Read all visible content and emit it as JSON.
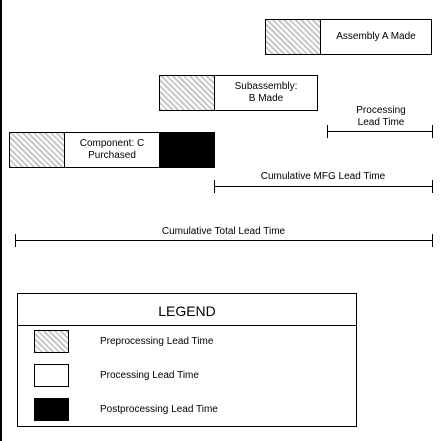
{
  "bars": {
    "assembly": {
      "label": "Assembly A Made"
    },
    "subassembly": {
      "label": "Subassembly: B Made"
    },
    "component": {
      "label": "Component: C Purchased"
    }
  },
  "spans": {
    "processing": "Processing Lead Time",
    "cumulative_mfg": "Cumulative MFG Lead Time",
    "cumulative_total": "Cumulative Total Lead Time"
  },
  "legend": {
    "title": "LEGEND",
    "items": [
      {
        "label": "Preprocessing Lead Time",
        "swatch": "hatched"
      },
      {
        "label": "Processing Lead Time",
        "swatch": "white"
      },
      {
        "label": "Postprocessing Lead Time",
        "swatch": "black"
      }
    ]
  }
}
